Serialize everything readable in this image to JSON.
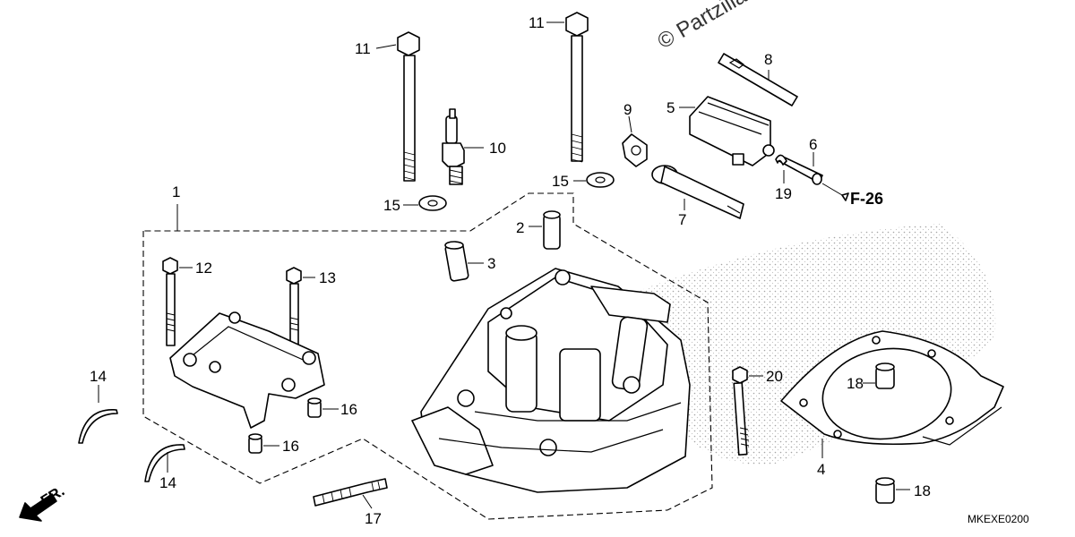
{
  "watermark": "© Partzilla",
  "diagram_code": "MKEXE0200",
  "direction_label": "FR.",
  "reference_label": "F-26",
  "parts": [
    {
      "num": "1"
    },
    {
      "num": "2"
    },
    {
      "num": "3"
    },
    {
      "num": "4"
    },
    {
      "num": "5"
    },
    {
      "num": "6"
    },
    {
      "num": "7"
    },
    {
      "num": "8"
    },
    {
      "num": "9"
    },
    {
      "num": "10"
    },
    {
      "num": "11"
    },
    {
      "num": "11"
    },
    {
      "num": "12"
    },
    {
      "num": "13"
    },
    {
      "num": "14"
    },
    {
      "num": "14"
    },
    {
      "num": "15"
    },
    {
      "num": "15"
    },
    {
      "num": "16"
    },
    {
      "num": "16"
    },
    {
      "num": "17"
    },
    {
      "num": "18"
    },
    {
      "num": "18"
    },
    {
      "num": "19"
    },
    {
      "num": "20"
    }
  ]
}
